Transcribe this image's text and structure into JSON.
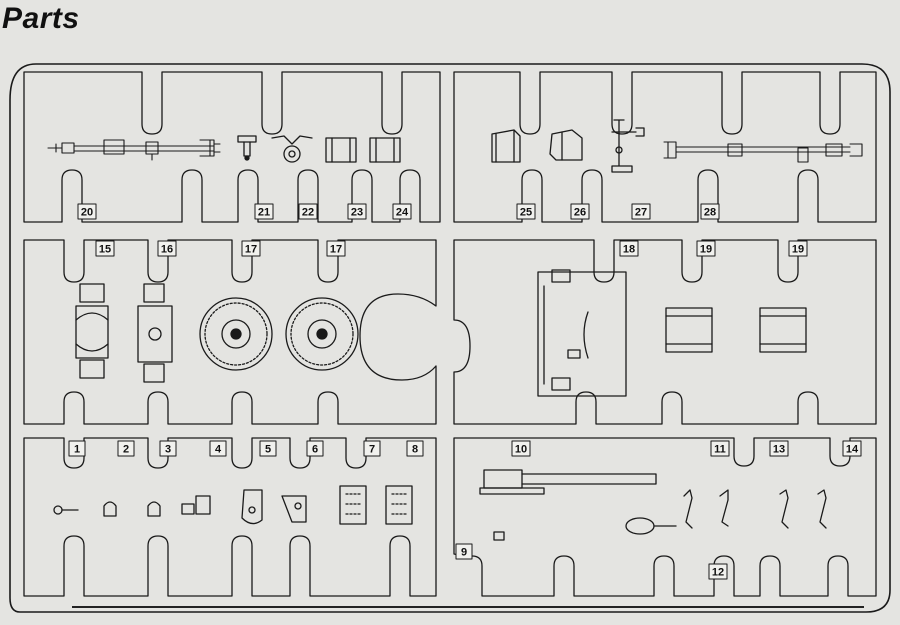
{
  "title": "Parts",
  "parts": {
    "p1": "1",
    "p2": "2",
    "p3": "3",
    "p4": "4",
    "p5": "5",
    "p6": "6",
    "p7": "7",
    "p8": "8",
    "p9": "9",
    "p10": "10",
    "p11": "11",
    "p12": "12",
    "p13": "13",
    "p14": "14",
    "p15": "15",
    "p16": "16",
    "p17a": "17",
    "p17b": "17",
    "p18": "18",
    "p19a": "19",
    "p19b": "19",
    "p20": "20",
    "p21": "21",
    "p22": "22",
    "p23": "23",
    "p24": "24",
    "p25": "25",
    "p26": "26",
    "p27": "27",
    "p28": "28"
  },
  "colors": {
    "paper": "#e4e4e1",
    "ink": "#1a1a1a"
  }
}
